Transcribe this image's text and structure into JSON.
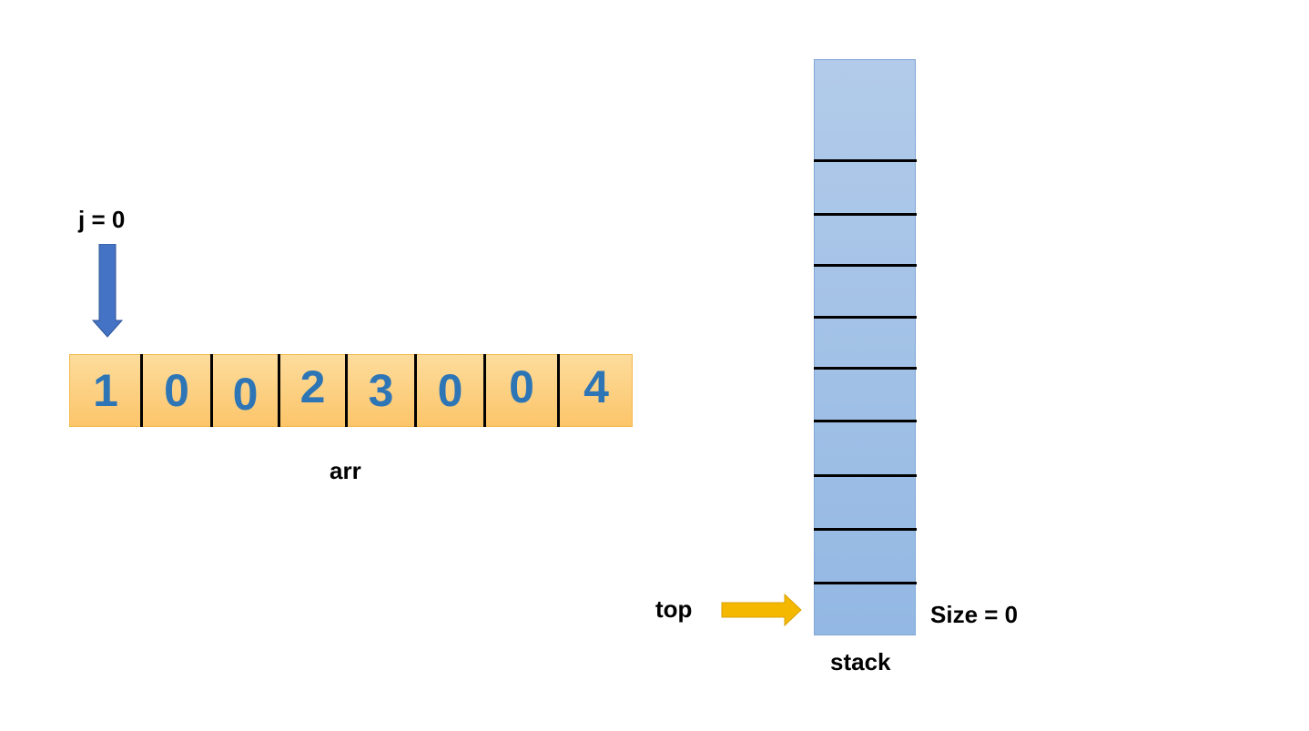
{
  "pointer": {
    "label": "j = 0"
  },
  "array": {
    "name": "arr",
    "values": [
      "1",
      "0",
      "0",
      "2",
      "3",
      "0",
      "0",
      "4"
    ]
  },
  "stack": {
    "name": "stack",
    "top_label": "top",
    "size_label": "Size = 0",
    "slot_count": 10
  },
  "colors": {
    "array_fill": "#fcc56a",
    "array_text": "#2e75b6",
    "stack_fill": "#9dbfe6",
    "pointer_arrow": "#4472c4",
    "top_arrow": "#f5b800"
  }
}
